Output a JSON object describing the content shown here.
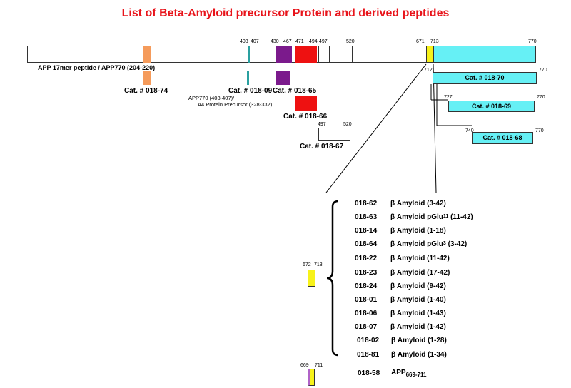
{
  "title": "List of Beta-Amyloid precursor Protein and derived peptides",
  "colors": {
    "title": "#e8141b",
    "orange": "#f59b5b",
    "teal": "#2aa0a0",
    "purple": "#7b1a8c",
    "red": "#ee1111",
    "yellow": "#f7f21a",
    "cyan": "#66f0f5",
    "violet": "#b063c8"
  },
  "main_bar": {
    "positions": [
      "403",
      "407",
      "430",
      "467",
      "471",
      "494",
      "497",
      "520",
      "671",
      "713",
      "770"
    ],
    "annotation": "APP 17mer peptide / APP770 (204-220)"
  },
  "fragments": {
    "f74": "Cat. # 018-74",
    "f09": "Cat. # 018-09",
    "f09_note_1": "APP770 (403-407)/",
    "f09_note_2": "A4 Protein Precursor (328-332)",
    "f65": "Cat. # 018-65",
    "f66": "Cat. # 018-66",
    "f67": "Cat. # 018-67",
    "f67_start": "497",
    "f67_end": "520",
    "f70": "Cat. # 018-70",
    "f70_start": "712",
    "f70_end": "770",
    "f69": "Cat. # 018-69",
    "f69_start": "727",
    "f69_end": "770",
    "f68": "Cat. # 018-68",
    "f68_start": "740",
    "f68_end": "770"
  },
  "zoom_segment": {
    "start": "672",
    "end": "713"
  },
  "peptides": [
    {
      "code": "018-62",
      "name": "β Amyloid (3-42)"
    },
    {
      "code": "018-63",
      "name": "β Amyloid pGlu",
      "sup": "11",
      "tail": " (11-42)"
    },
    {
      "code": "018-14",
      "name": "β Amyloid (1-18)"
    },
    {
      "code": "018-64",
      "name": "β Amyloid pGlu",
      "sup": "3",
      "tail": " (3-42)"
    },
    {
      "code": "018-22",
      "name": "β Amyloid (11-42)"
    },
    {
      "code": "018-23",
      "name": "β Amyloid (17-42)"
    },
    {
      "code": "018-24",
      "name": "β Amyloid (9-42)"
    },
    {
      "code": "018-01",
      "name": "β Amyloid (1-40)"
    },
    {
      "code": "018-06",
      "name": "β Amyloid (1-43)"
    },
    {
      "code": "018-07",
      "name": "β Amyloid (1-42)"
    },
    {
      "code": "018-02",
      "name": "β Amyloid (1-28)"
    },
    {
      "code": "018-81",
      "name": "β Amyloid (1-34)"
    }
  ],
  "app_fragment": {
    "start": "669",
    "end": "711",
    "code": "018-58",
    "name": "APP",
    "sub": "669-711"
  }
}
